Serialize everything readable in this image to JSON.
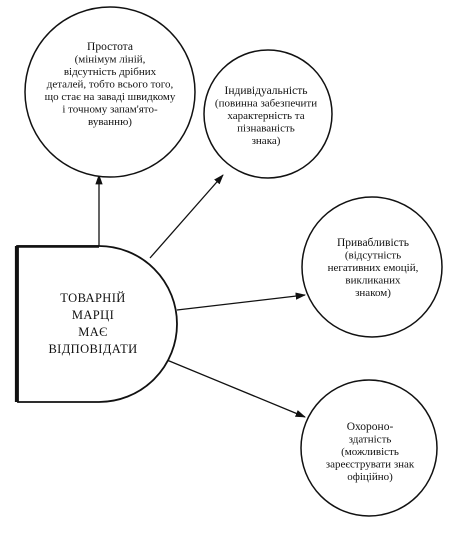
{
  "source": {
    "lines": [
      "ТОВАРНІЙ",
      "МАРЦІ",
      "МАЄ",
      "ВІДПОВІДАТИ"
    ]
  },
  "requirements": [
    {
      "id": "simplicity",
      "lines": [
        "Простота",
        "(мінімум ліній,",
        "відсутність дрібних",
        "деталей, тобто всього того,",
        "що стає на заваді швидкому",
        "і точному запам'ято-",
        "вуванню)"
      ]
    },
    {
      "id": "individuality",
      "lines": [
        "Індивідуальність",
        "(повинна забезпечити",
        "характерність та",
        "пізнаваність",
        "знака)"
      ]
    },
    {
      "id": "attractiveness",
      "lines": [
        "Привабливість",
        "(відсутність",
        "негативних емоцій,",
        "викликаних",
        "знаком)"
      ]
    },
    {
      "id": "protectability",
      "lines": [
        "Охороно-",
        "здатність",
        "(можливість",
        "зареєструвати знак",
        "офіційно)"
      ]
    }
  ]
}
